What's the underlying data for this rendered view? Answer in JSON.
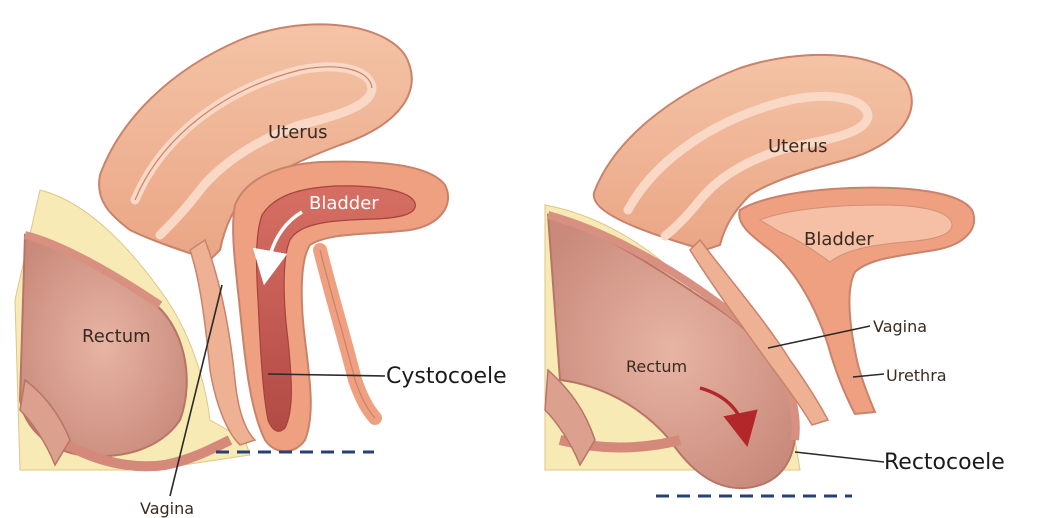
{
  "left_panel": {
    "labels": {
      "uterus": "Uterus",
      "bladder": "Bladder",
      "rectum": "Rectum",
      "cystocoele": "Cystocoele",
      "vagina": "Vagina"
    }
  },
  "right_panel": {
    "labels": {
      "uterus": "Uterus",
      "bladder": "Bladder",
      "vagina": "Vagina",
      "urethra": "Urethra",
      "rectum": "Rectum",
      "rectocoele": "Rectocoele"
    }
  },
  "colors": {
    "tissue": "#f2b897",
    "tissue_dark": "#e39a7c",
    "outline": "#c9836b",
    "fat": "#f7eab4",
    "cavity": "#c85f57",
    "bladder_wall": "#ee9d7e",
    "dashed_line": "#26407a",
    "arrow_red": "#b3262a"
  }
}
